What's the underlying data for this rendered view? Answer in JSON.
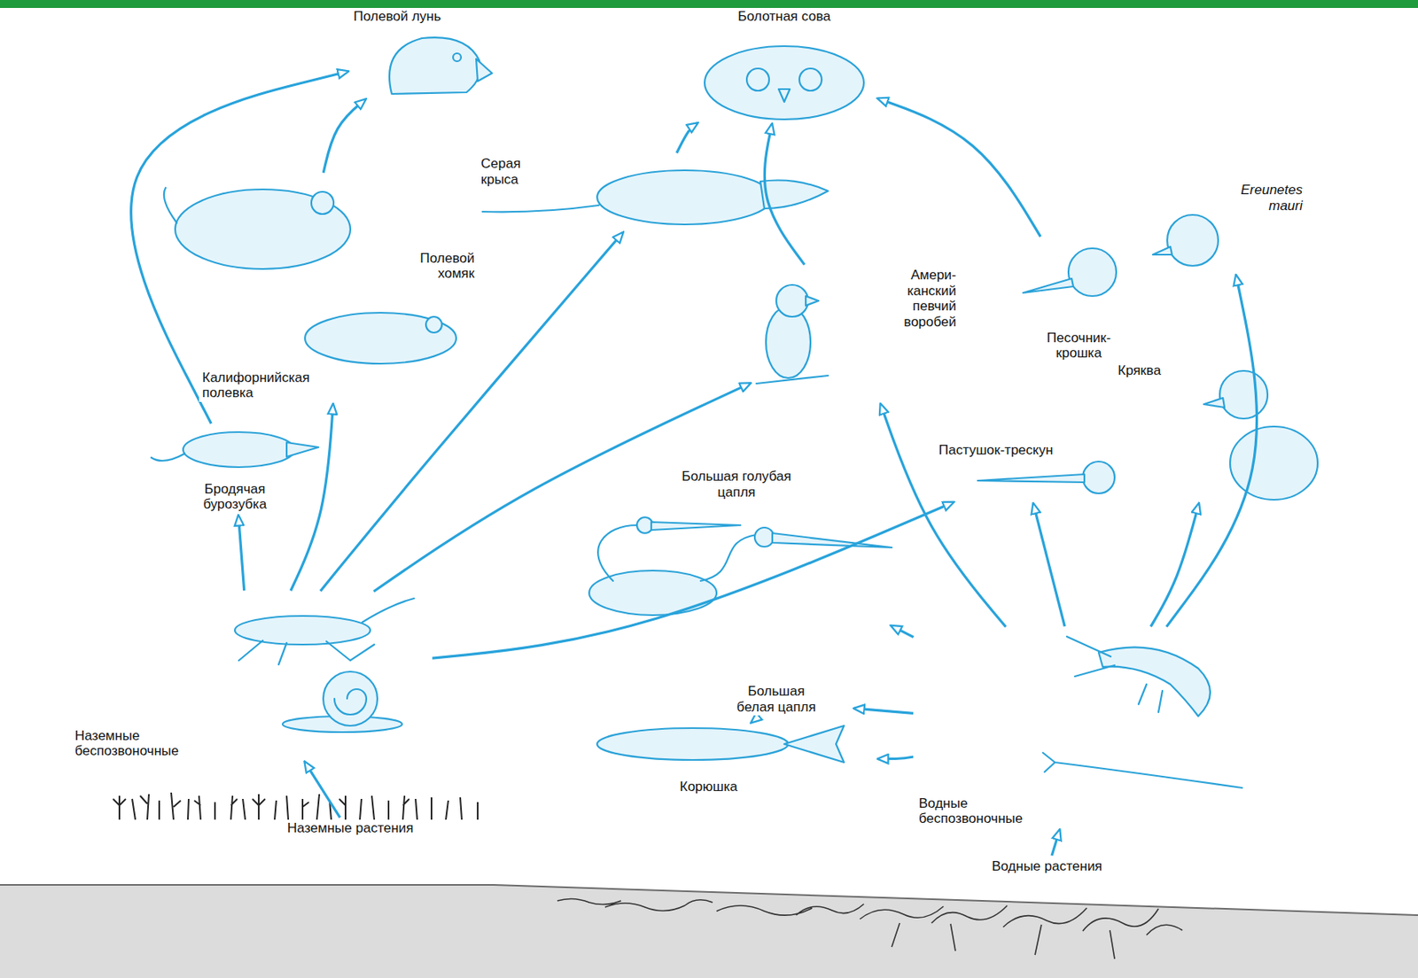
{
  "diagram": {
    "nodes": [
      {
        "text": [
          "Полевой лунь"
        ]
      },
      {
        "text": [
          "Болотная сова"
        ]
      },
      {
        "text": [
          "Серая крыса"
        ]
      },
      {
        "text": [
          "Полевой хомяк"
        ]
      },
      {
        "text": [
          "Амери- канский певчий воробей"
        ]
      },
      {
        "text": [
          "Ereunetes mauri"
        ]
      },
      {
        "text": [
          "Песочник- крошка"
        ]
      },
      {
        "text": [
          "Калифорнийская полевка"
        ]
      },
      {
        "text": [
          "Кряква"
        ]
      },
      {
        "text": [
          "Бродячая бурозубка"
        ]
      },
      {
        "text": [
          "Большая голубая цапля"
        ]
      },
      {
        "text": [
          "Пастушок-трескун"
        ]
      },
      {
        "text": [
          "Большая белая цапля"
        ]
      },
      {
        "text": [
          "Наземные беспозвоночные"
        ]
      },
      {
        "text": [
          "Корюшка"
        ]
      },
      {
        "text": [
          "Водные беспозвоночные"
        ]
      },
      {
        "text": [
          "Наземные растения"
        ]
      },
      {
        "text": [
          "Водные растения"
        ]
      }
    ],
    "edges": [
      {
        "from": 16,
        "to": 13,
        "arrow": "to"
      },
      {
        "from": 13,
        "to": 9,
        "arrow": "to"
      },
      {
        "from": 13,
        "to": 7,
        "arrow": "to"
      },
      {
        "from": 13,
        "to": 2,
        "arrow": "to"
      },
      {
        "from": 13,
        "to": 4,
        "arrow": "to"
      },
      {
        "from": 13,
        "to": 11,
        "arrow": "to"
      },
      {
        "from": 3,
        "to": 0,
        "arrow": "to"
      },
      {
        "from": 9,
        "to": 0,
        "arrow": "to"
      },
      {
        "from": 2,
        "to": 1,
        "arrow": "to"
      },
      {
        "from": 4,
        "to": 1,
        "arrow": "to"
      },
      {
        "from": 6,
        "to": 1,
        "arrow": "to"
      },
      {
        "from": 15,
        "to": 5,
        "arrow": "to"
      },
      {
        "from": 15,
        "to": 8,
        "arrow": "to"
      },
      {
        "from": 15,
        "to": 14,
        "arrow": "to"
      },
      {
        "from": 15,
        "to": 12,
        "arrow": "to"
      },
      {
        "from": 15,
        "to": 10,
        "arrow": "to"
      },
      {
        "from": 15,
        "to": 4,
        "arrow": "to"
      },
      {
        "from": 15,
        "to": 11,
        "arrow": "to"
      },
      {
        "from": 14,
        "to": 12,
        "arrow": "to"
      },
      {
        "from": 17,
        "to": 15,
        "arrow": "to"
      }
    ]
  }
}
